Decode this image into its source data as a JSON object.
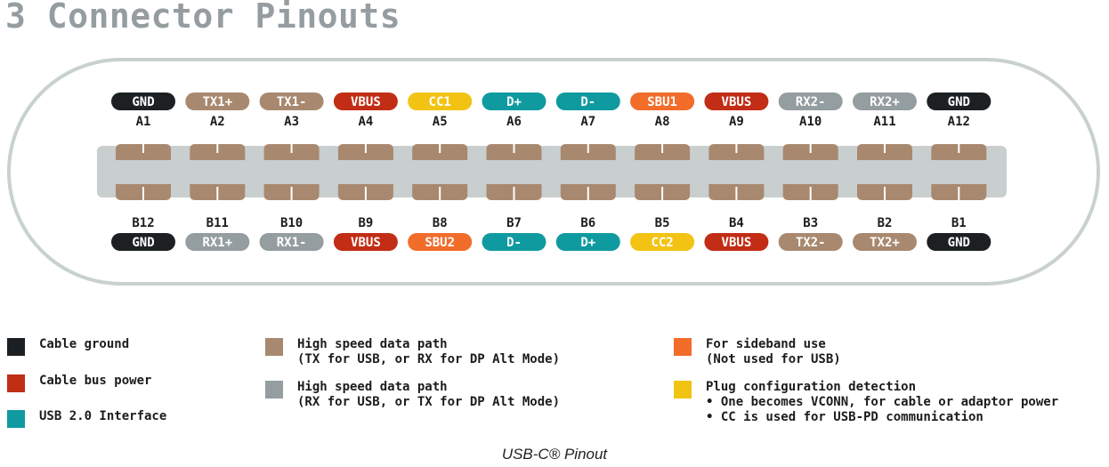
{
  "title": "3 Connector Pinouts",
  "caption": "USB-C® Pinout",
  "colors": {
    "ground": "#1c2022",
    "power": "#c12d15",
    "usb2": "#0f9aa0",
    "hs_tx": "#a8896f",
    "hs_rx": "#949d9f",
    "sideband": "#f26c2a",
    "config": "#f2c313",
    "shell": "#c9d0d0",
    "tongue": "#c9cecf",
    "contact": "#a8896f"
  },
  "pins_top": [
    {
      "id": "A1",
      "label": "GND",
      "kind": "ground"
    },
    {
      "id": "A2",
      "label": "TX1+",
      "kind": "hs_tx"
    },
    {
      "id": "A3",
      "label": "TX1-",
      "kind": "hs_tx"
    },
    {
      "id": "A4",
      "label": "VBUS",
      "kind": "power"
    },
    {
      "id": "A5",
      "label": "CC1",
      "kind": "config"
    },
    {
      "id": "A6",
      "label": "D+",
      "kind": "usb2"
    },
    {
      "id": "A7",
      "label": "D-",
      "kind": "usb2"
    },
    {
      "id": "A8",
      "label": "SBU1",
      "kind": "sideband"
    },
    {
      "id": "A9",
      "label": "VBUS",
      "kind": "power"
    },
    {
      "id": "A10",
      "label": "RX2-",
      "kind": "hs_rx"
    },
    {
      "id": "A11",
      "label": "RX2+",
      "kind": "hs_rx"
    },
    {
      "id": "A12",
      "label": "GND",
      "kind": "ground"
    }
  ],
  "pins_bottom": [
    {
      "id": "B12",
      "label": "GND",
      "kind": "ground"
    },
    {
      "id": "B11",
      "label": "RX1+",
      "kind": "hs_rx"
    },
    {
      "id": "B10",
      "label": "RX1-",
      "kind": "hs_rx"
    },
    {
      "id": "B9",
      "label": "VBUS",
      "kind": "power"
    },
    {
      "id": "B8",
      "label": "SBU2",
      "kind": "sideband"
    },
    {
      "id": "B7",
      "label": "D-",
      "kind": "usb2"
    },
    {
      "id": "B6",
      "label": "D+",
      "kind": "usb2"
    },
    {
      "id": "B5",
      "label": "CC2",
      "kind": "config"
    },
    {
      "id": "B4",
      "label": "VBUS",
      "kind": "power"
    },
    {
      "id": "B3",
      "label": "TX2-",
      "kind": "hs_tx"
    },
    {
      "id": "B2",
      "label": "TX2+",
      "kind": "hs_tx"
    },
    {
      "id": "B1",
      "label": "GND",
      "kind": "ground"
    }
  ],
  "legend": {
    "ground": {
      "text": "Cable ground"
    },
    "power": {
      "text": "Cable bus power"
    },
    "usb2": {
      "text": "USB 2.0 Interface"
    },
    "hs_tx": {
      "text": "High speed data path\n(TX for USB, or RX for DP Alt Mode)"
    },
    "hs_rx": {
      "text": "High speed data path\n(RX for USB, or TX for DP Alt Mode)"
    },
    "sideband": {
      "text": "For sideband use\n(Not used for USB)"
    },
    "config": {
      "text": "Plug configuration detection\n• One becomes VCONN, for cable or adaptor power\n• CC is used for USB-PD communication"
    }
  }
}
